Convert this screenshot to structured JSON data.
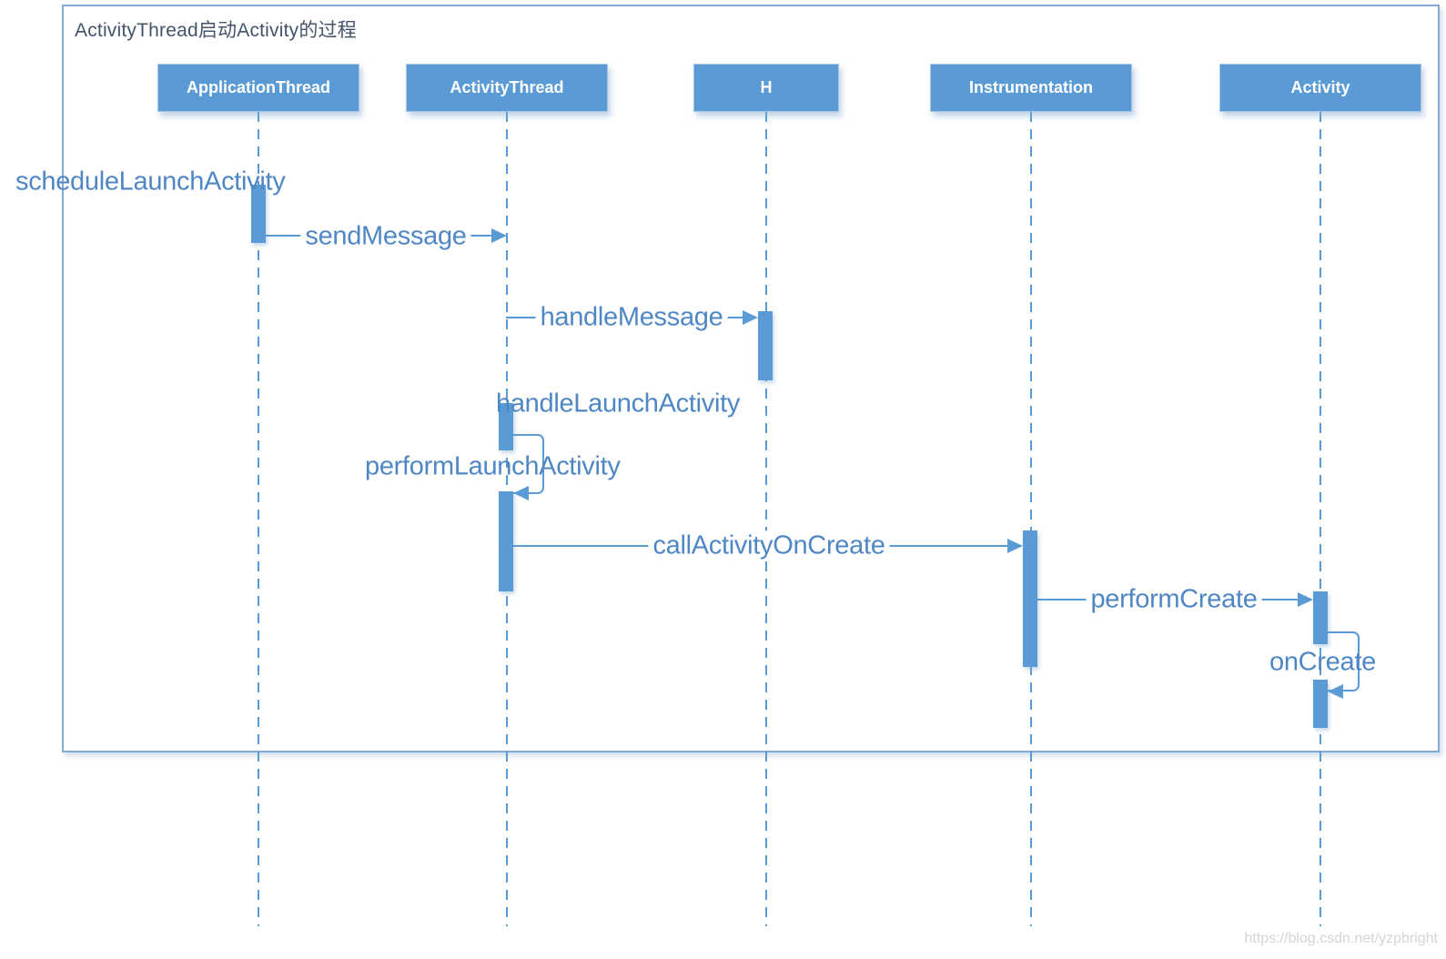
{
  "diagram": {
    "title": "ActivityThread启动Activity的过程",
    "actors": [
      {
        "name": "ApplicationThread"
      },
      {
        "name": "ActivityThread"
      },
      {
        "name": "H"
      },
      {
        "name": "Instrumentation"
      },
      {
        "name": "Activity"
      }
    ],
    "messages": [
      {
        "label": "scheduleLaunchActivity",
        "type": "found",
        "to": "ApplicationThread"
      },
      {
        "label": "sendMessage",
        "type": "call",
        "from": "ApplicationThread",
        "to": "ActivityThread"
      },
      {
        "label": "handleMessage",
        "type": "call",
        "from": "ActivityThread",
        "to": "H"
      },
      {
        "label": "handleLaunchActivity",
        "type": "activation-label",
        "on": "ActivityThread"
      },
      {
        "label": "performLaunchActivity",
        "type": "self-call",
        "on": "ActivityThread"
      },
      {
        "label": "callActivityOnCreate",
        "type": "call",
        "from": "ActivityThread",
        "to": "Instrumentation"
      },
      {
        "label": "performCreate",
        "type": "call",
        "from": "Instrumentation",
        "to": "Activity"
      },
      {
        "label": "onCreate",
        "type": "self-call",
        "on": "Activity"
      }
    ],
    "colors": {
      "accent_blue": "#5b9bd5",
      "message_text": "#4f87c5",
      "title_text": "#44546a",
      "frame_border": "#84a9d4",
      "watermark_text": "#d4d4d4"
    },
    "watermark": "https://blog.csdn.net/yzpbright"
  }
}
